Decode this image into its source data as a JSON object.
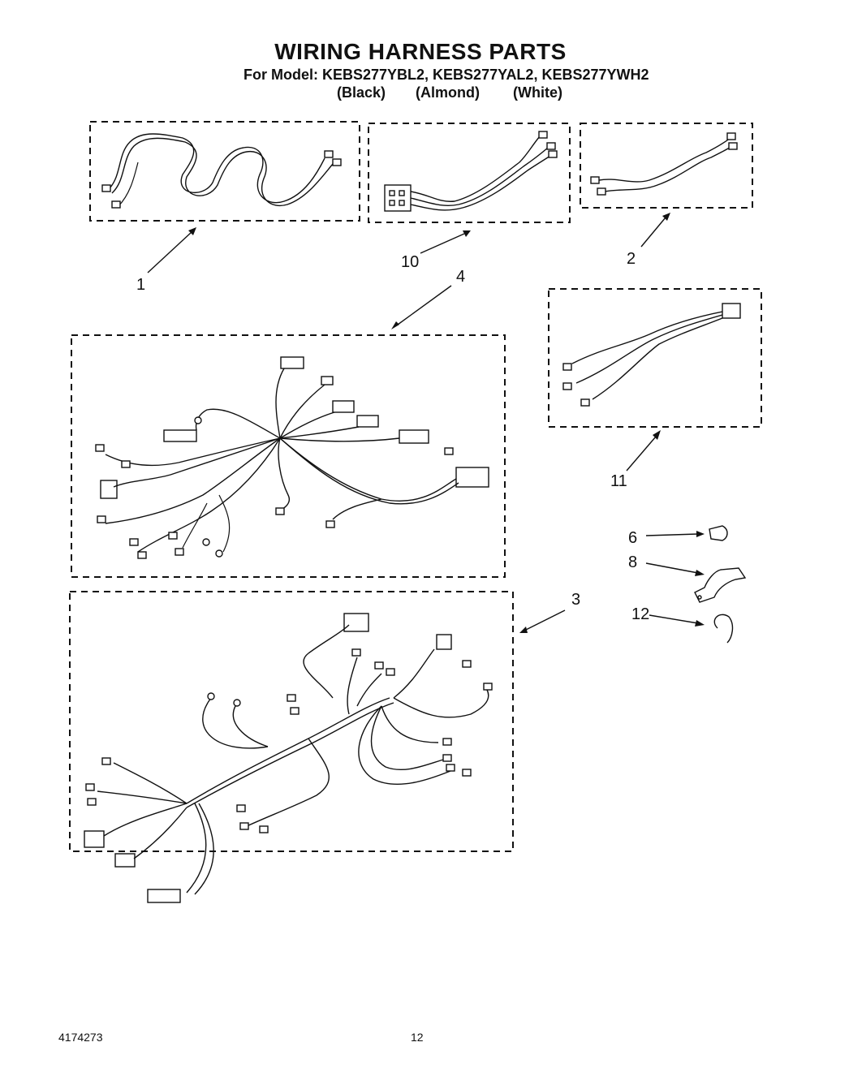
{
  "header": {
    "title": "WIRING HARNESS PARTS",
    "model_line": "For Model: KEBS277YBL2, KEBS277YAL2, KEBS277YWH2",
    "colors": [
      "(Black)",
      "(Almond)",
      "(White)"
    ]
  },
  "callouts": {
    "c1": "1",
    "c10": "10",
    "c2": "2",
    "c4": "4",
    "c11": "11",
    "c6": "6",
    "c8": "8",
    "c12": "12",
    "c3": "3"
  },
  "footer": {
    "doc_number": "4174273",
    "page_number": "12"
  }
}
